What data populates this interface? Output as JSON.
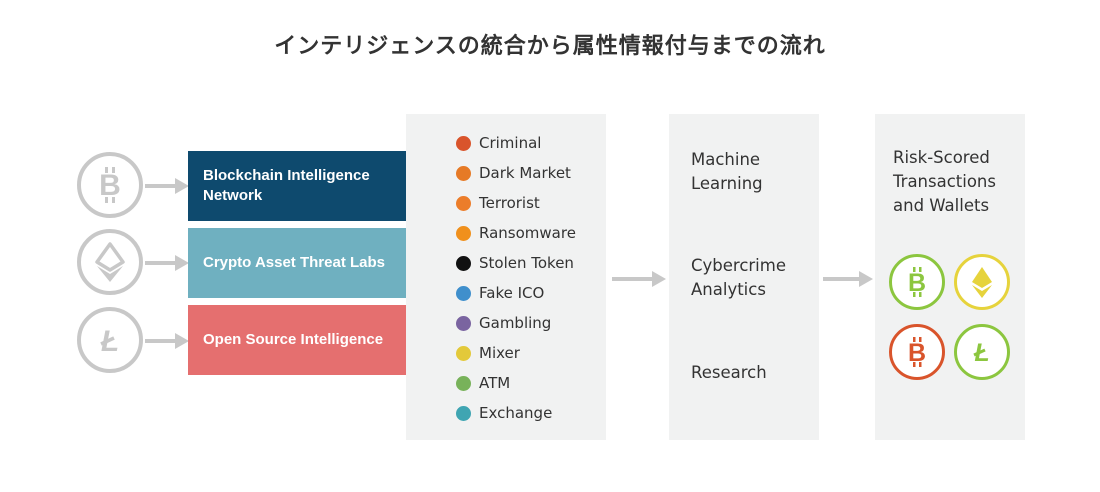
{
  "title": "インテリジェンスの統合から属性情報付与までの流れ",
  "input_coins": [
    {
      "icon": "bitcoin-icon"
    },
    {
      "icon": "ethereum-icon"
    },
    {
      "icon": "litecoin-icon"
    }
  ],
  "sources": [
    {
      "label": "Blockchain Intelligence Network",
      "color": "#0e4a6e"
    },
    {
      "label": "Crypto Asset Threat Labs",
      "color": "#6fb0c0"
    },
    {
      "label": "Open Source Intelligence",
      "color": "#e56f6f"
    }
  ],
  "categories": [
    {
      "label": "Criminal",
      "color": "#d9542b"
    },
    {
      "label": "Dark Market",
      "color": "#e67a26"
    },
    {
      "label": "Terrorist",
      "color": "#ec7d2a"
    },
    {
      "label": "Ransomware",
      "color": "#f0901c"
    },
    {
      "label": "Stolen Token",
      "color": "#111111"
    },
    {
      "label": "Fake ICO",
      "color": "#3f8fcc"
    },
    {
      "label": "Gambling",
      "color": "#7a64a0"
    },
    {
      "label": "Mixer",
      "color": "#e3c93a"
    },
    {
      "label": "ATM",
      "color": "#78b25a"
    },
    {
      "label": "Exchange",
      "color": "#3fa5b2"
    }
  ],
  "methods": [
    {
      "label": "Machine Learning"
    },
    {
      "label": "Cybercrime Analytics"
    },
    {
      "label": "Research"
    }
  ],
  "result": {
    "label": "Risk-Scored Transactions and Wallets"
  },
  "result_coins": [
    {
      "icon": "bitcoin-icon",
      "color": "#8cc63f"
    },
    {
      "icon": "ethereum-icon",
      "color": "#e6d33c"
    },
    {
      "icon": "bitcoin-icon",
      "color": "#d9542b"
    },
    {
      "icon": "litecoin-icon",
      "color": "#8cc63f"
    }
  ],
  "colors": {
    "grey": "#c8c8c8",
    "panel": "#f1f2f2",
    "text": "#333333"
  }
}
